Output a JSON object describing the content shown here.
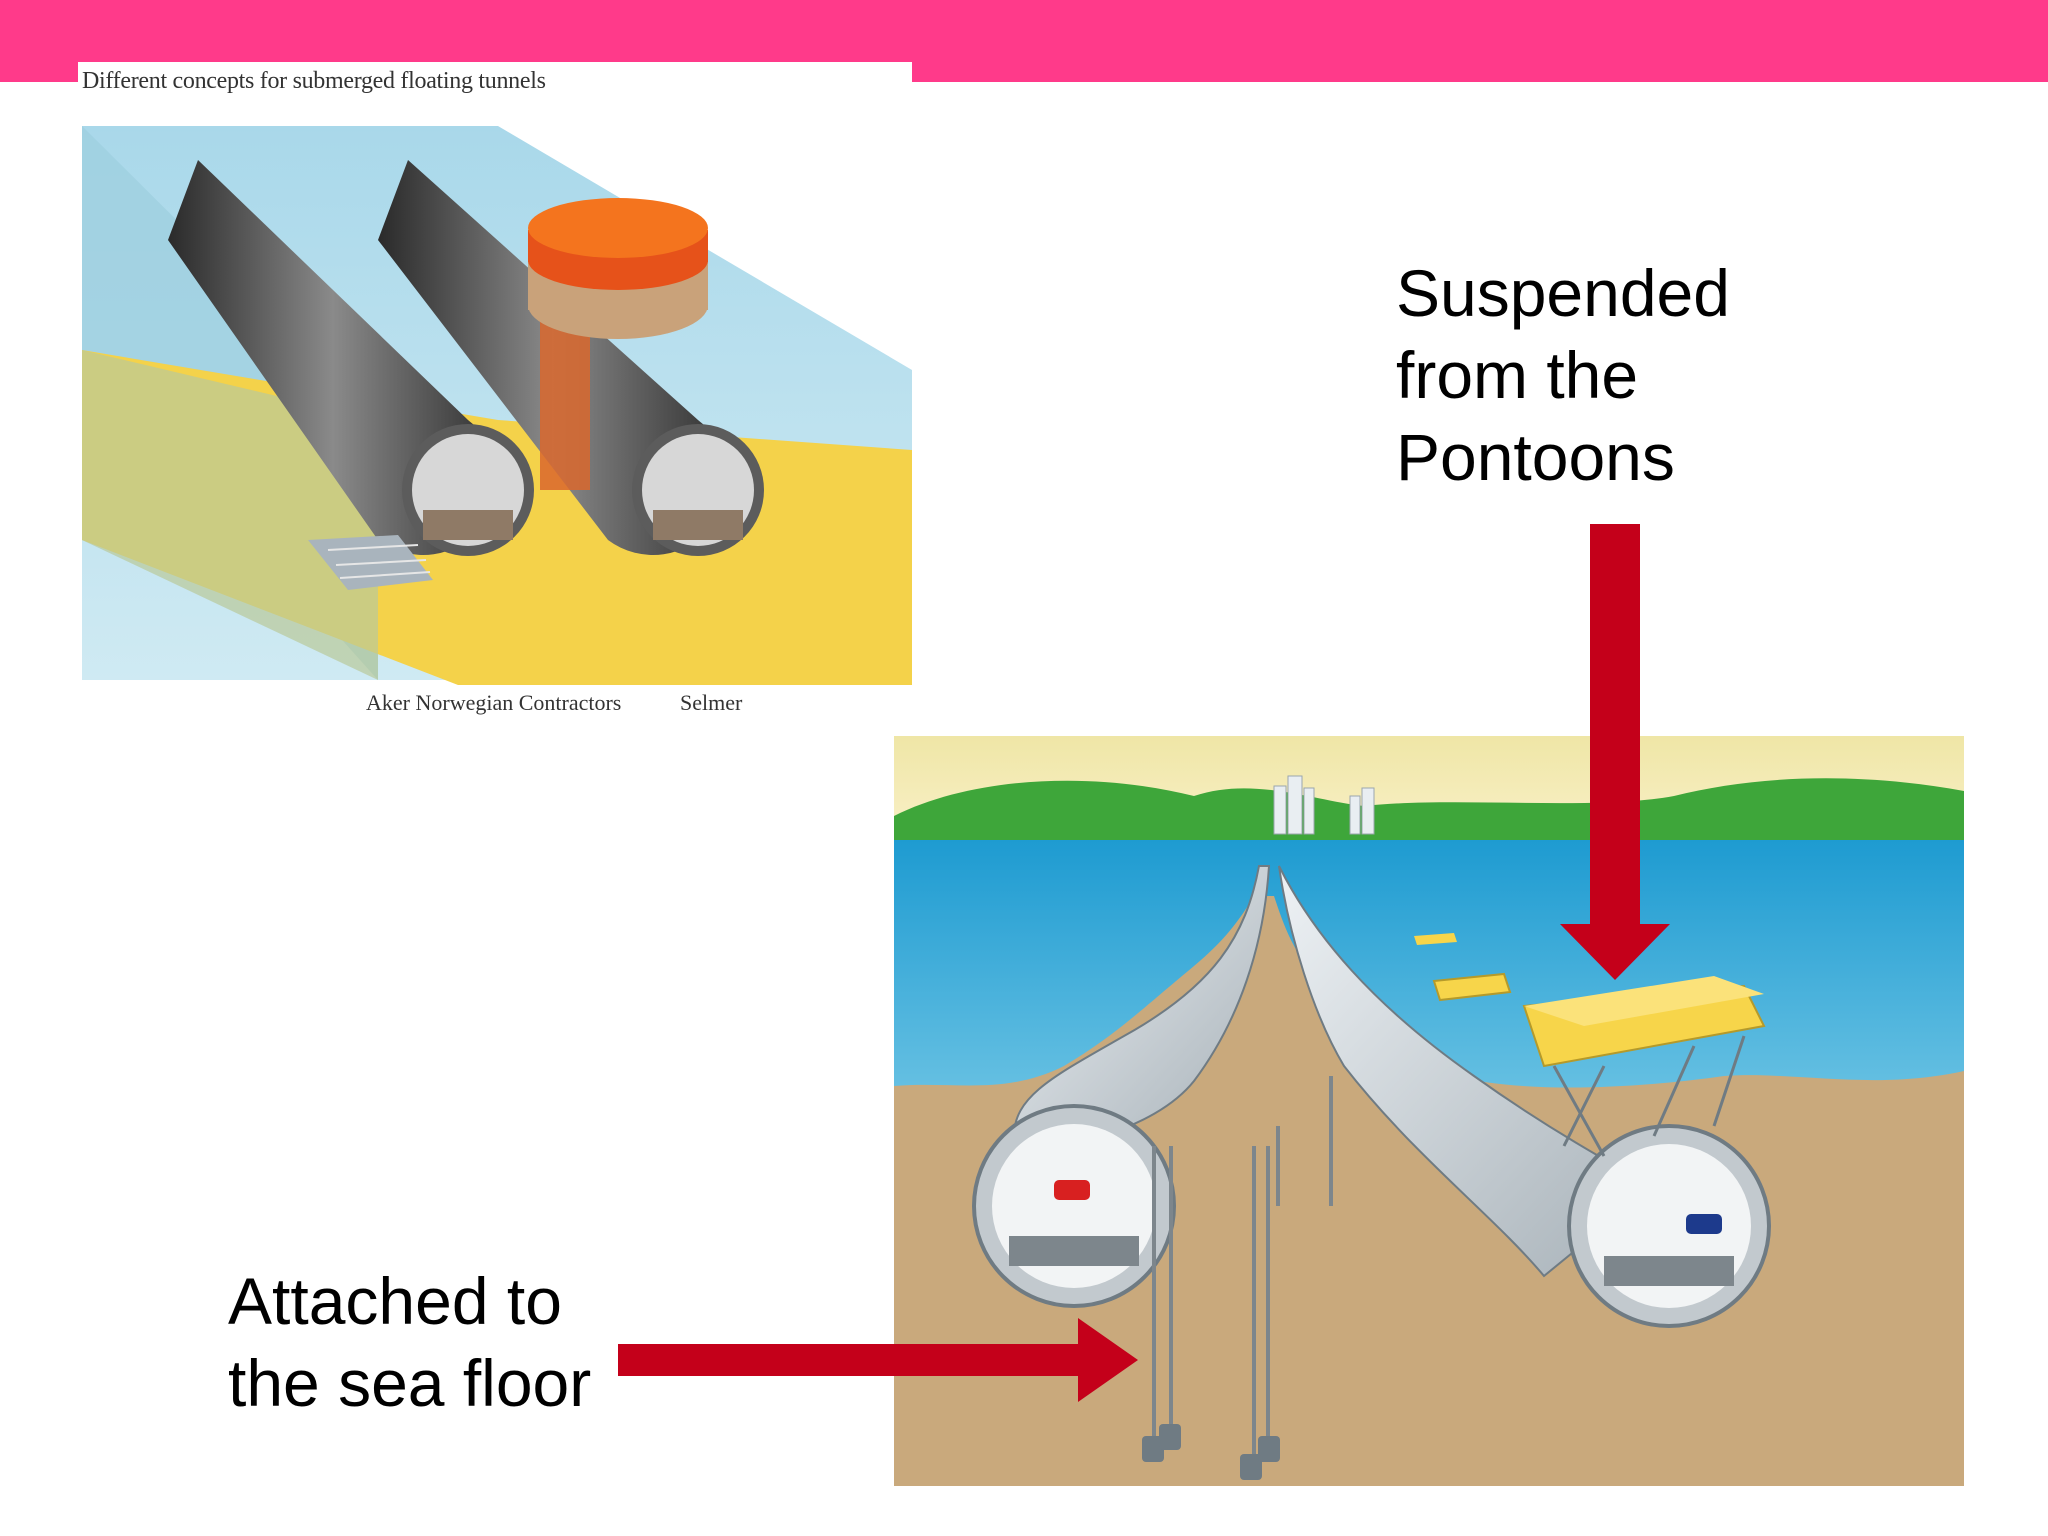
{
  "figure": {
    "caption": "Different concepts for submerged floating tunnels",
    "credits": [
      "Aker Norwegian Contractors",
      "Selmer"
    ]
  },
  "callouts": {
    "suspended": [
      "Suspended",
      "from the",
      "Pontoons"
    ],
    "attached": [
      "Attached to",
      "the sea floor"
    ]
  },
  "colors": {
    "top_bar": "#ff3a8a",
    "arrow": "#c4001a",
    "water": "#2fa6d6",
    "seabed": "#c9a97c",
    "hills": "#3ea63a",
    "pontoon": "#f7d54a"
  }
}
